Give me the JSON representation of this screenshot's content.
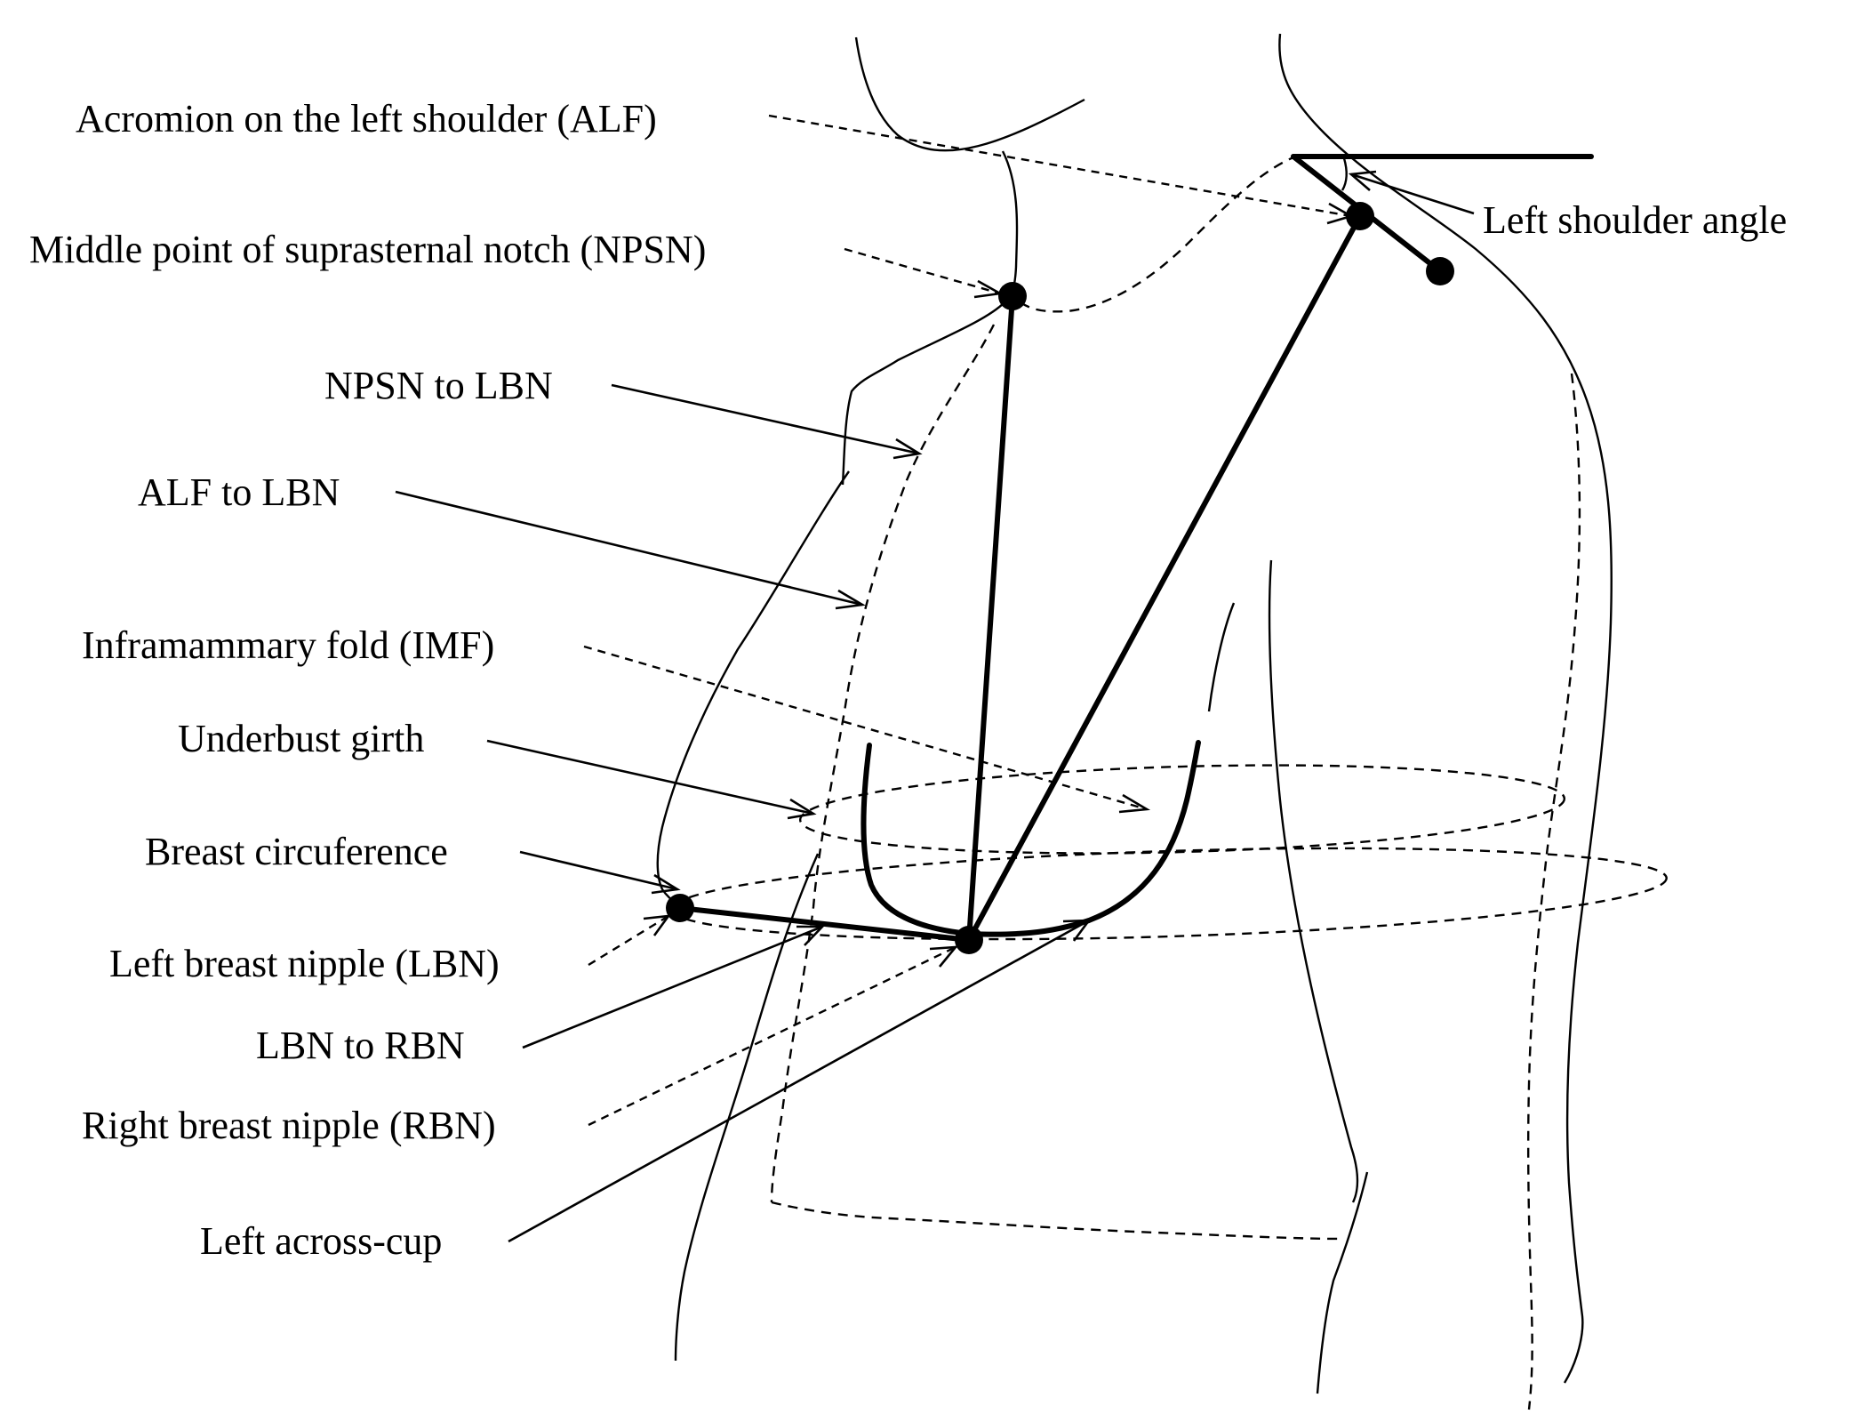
{
  "labels": {
    "alf": "Acromion on the left shoulder (ALF)",
    "npsn": "Middle point of suprasternal notch (NPSN)",
    "npsn_lbn": "NPSN to LBN",
    "alf_lbn": "ALF to LBN",
    "imf": "Inframammary fold (IMF)",
    "underbust": "Underbust girth",
    "breast_circ": "Breast circuference",
    "lbn": "Left breast nipple (LBN)",
    "lbn_rbn": "LBN to RBN",
    "rbn": "Right breast nipple (RBN)",
    "across_cup": "Left across-cup",
    "shoulder_angle": "Left shoulder angle"
  },
  "colors": {
    "ink": "#000000",
    "background": "#ffffff"
  }
}
